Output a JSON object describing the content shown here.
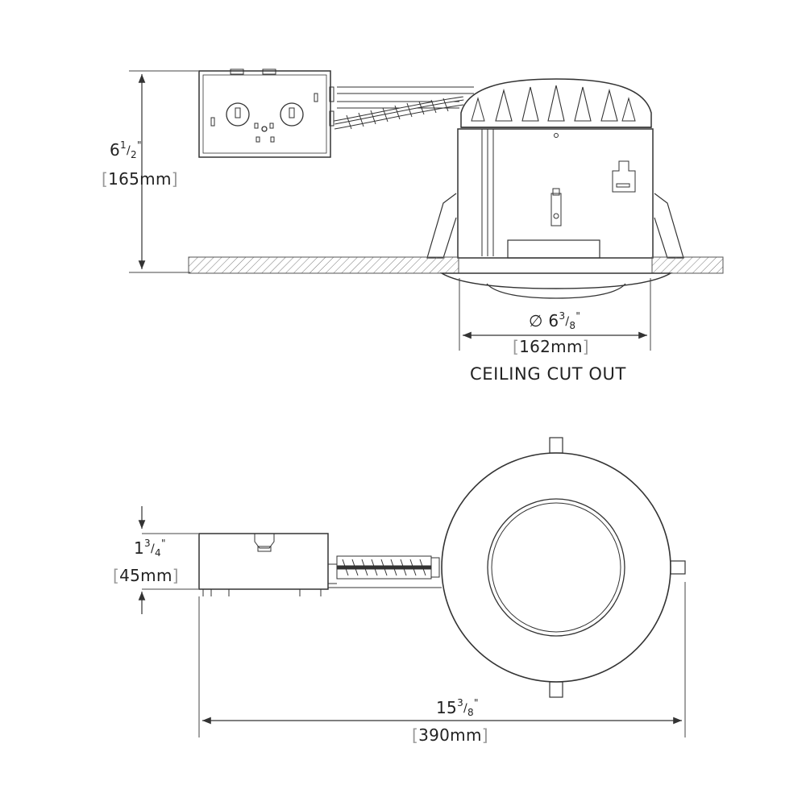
{
  "side_view": {
    "height": {
      "whole": "6",
      "num": "1",
      "den": "2",
      "inch": "\"",
      "metric": "165mm"
    },
    "cutout_diameter": {
      "symbol": "∅",
      "whole": "6",
      "num": "3",
      "den": "8",
      "inch": "\"",
      "metric": "162mm"
    },
    "cutout_label": "CEILING CUT OUT"
  },
  "top_view": {
    "box_height": {
      "whole": "1",
      "num": "3",
      "den": "4",
      "inch": "\"",
      "metric": "45mm"
    },
    "overall_length": {
      "whole": "15",
      "num": "3",
      "den": "8",
      "inch": "\"",
      "metric": "390mm"
    }
  },
  "colors": {
    "line": "#333333",
    "dim_line": "#444444",
    "hatch": "#666666",
    "bracket": "#999999"
  }
}
